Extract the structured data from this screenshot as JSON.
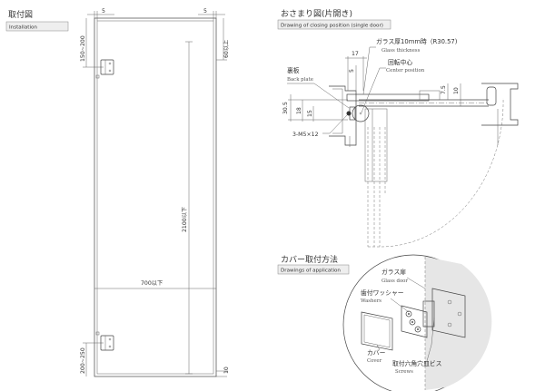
{
  "installation": {
    "title_jp": "取付図",
    "title_en": "Installation",
    "dim_top_left": "5",
    "dim_top_right": "5",
    "dim_60": "60以上",
    "dim_150_200": "150~200",
    "dim_2100": "2100以下",
    "dim_700": "700以下",
    "dim_200_250": "200~250",
    "dim_10": "10"
  },
  "closing": {
    "title_jp": "おさまり図(片開き)",
    "title_en": "Drawing of closing position (single door)",
    "dim_17": "17",
    "dim_5": "5",
    "dim_7_5": "7.5",
    "dim_10": "10",
    "dim_30_5": "30.5",
    "dim_18": "18",
    "dim_15": "15",
    "glass_jp": "ガラス厚10mm時（R30.57)",
    "glass_en": "Glass thickness",
    "center_jp": "回転中心",
    "center_en": "Center position",
    "back_jp": "裏板",
    "back_en": "Back plate",
    "screw": "3-M5×12"
  },
  "cover": {
    "title_jp": "カバー取付方法",
    "title_en": "Drawings of application",
    "glass_jp": "ガラス扉",
    "glass_en": "Glass door",
    "washer_jp": "歯付ワッシャー",
    "washer_en": "Washers",
    "cover_jp": "カバー",
    "cover_en": "Cover",
    "screw_jp": "取付六角穴皿ビス",
    "screw_en": "Screws"
  }
}
